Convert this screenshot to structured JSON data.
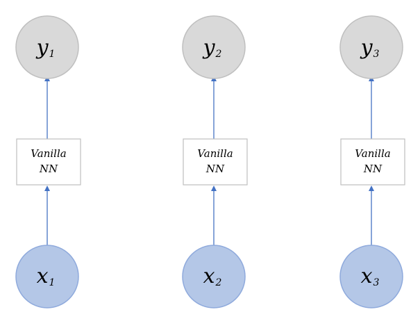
{
  "colors": {
    "output_node_fill": "#d9d9d9",
    "output_node_stroke": "#bfbfbf",
    "input_node_fill": "#b4c7e7",
    "input_node_stroke": "#8faadc",
    "edge": "#4472c4",
    "box_stroke": "#bfbfbf",
    "box_fill": "#ffffff"
  },
  "columns": [
    {
      "output": {
        "symbol": "y",
        "sub": "1"
      },
      "box": {
        "line1": "Vanilla",
        "line2": "NN"
      },
      "input": {
        "symbol": "x",
        "sub": "1"
      }
    },
    {
      "output": {
        "symbol": "y",
        "sub": "2"
      },
      "box": {
        "line1": "Vanilla",
        "line2": "NN"
      },
      "input": {
        "symbol": "x",
        "sub": "2"
      }
    },
    {
      "output": {
        "symbol": "y",
        "sub": "3"
      },
      "box": {
        "line1": "Vanilla",
        "line2": "NN"
      },
      "input": {
        "symbol": "x",
        "sub": "3"
      }
    }
  ]
}
